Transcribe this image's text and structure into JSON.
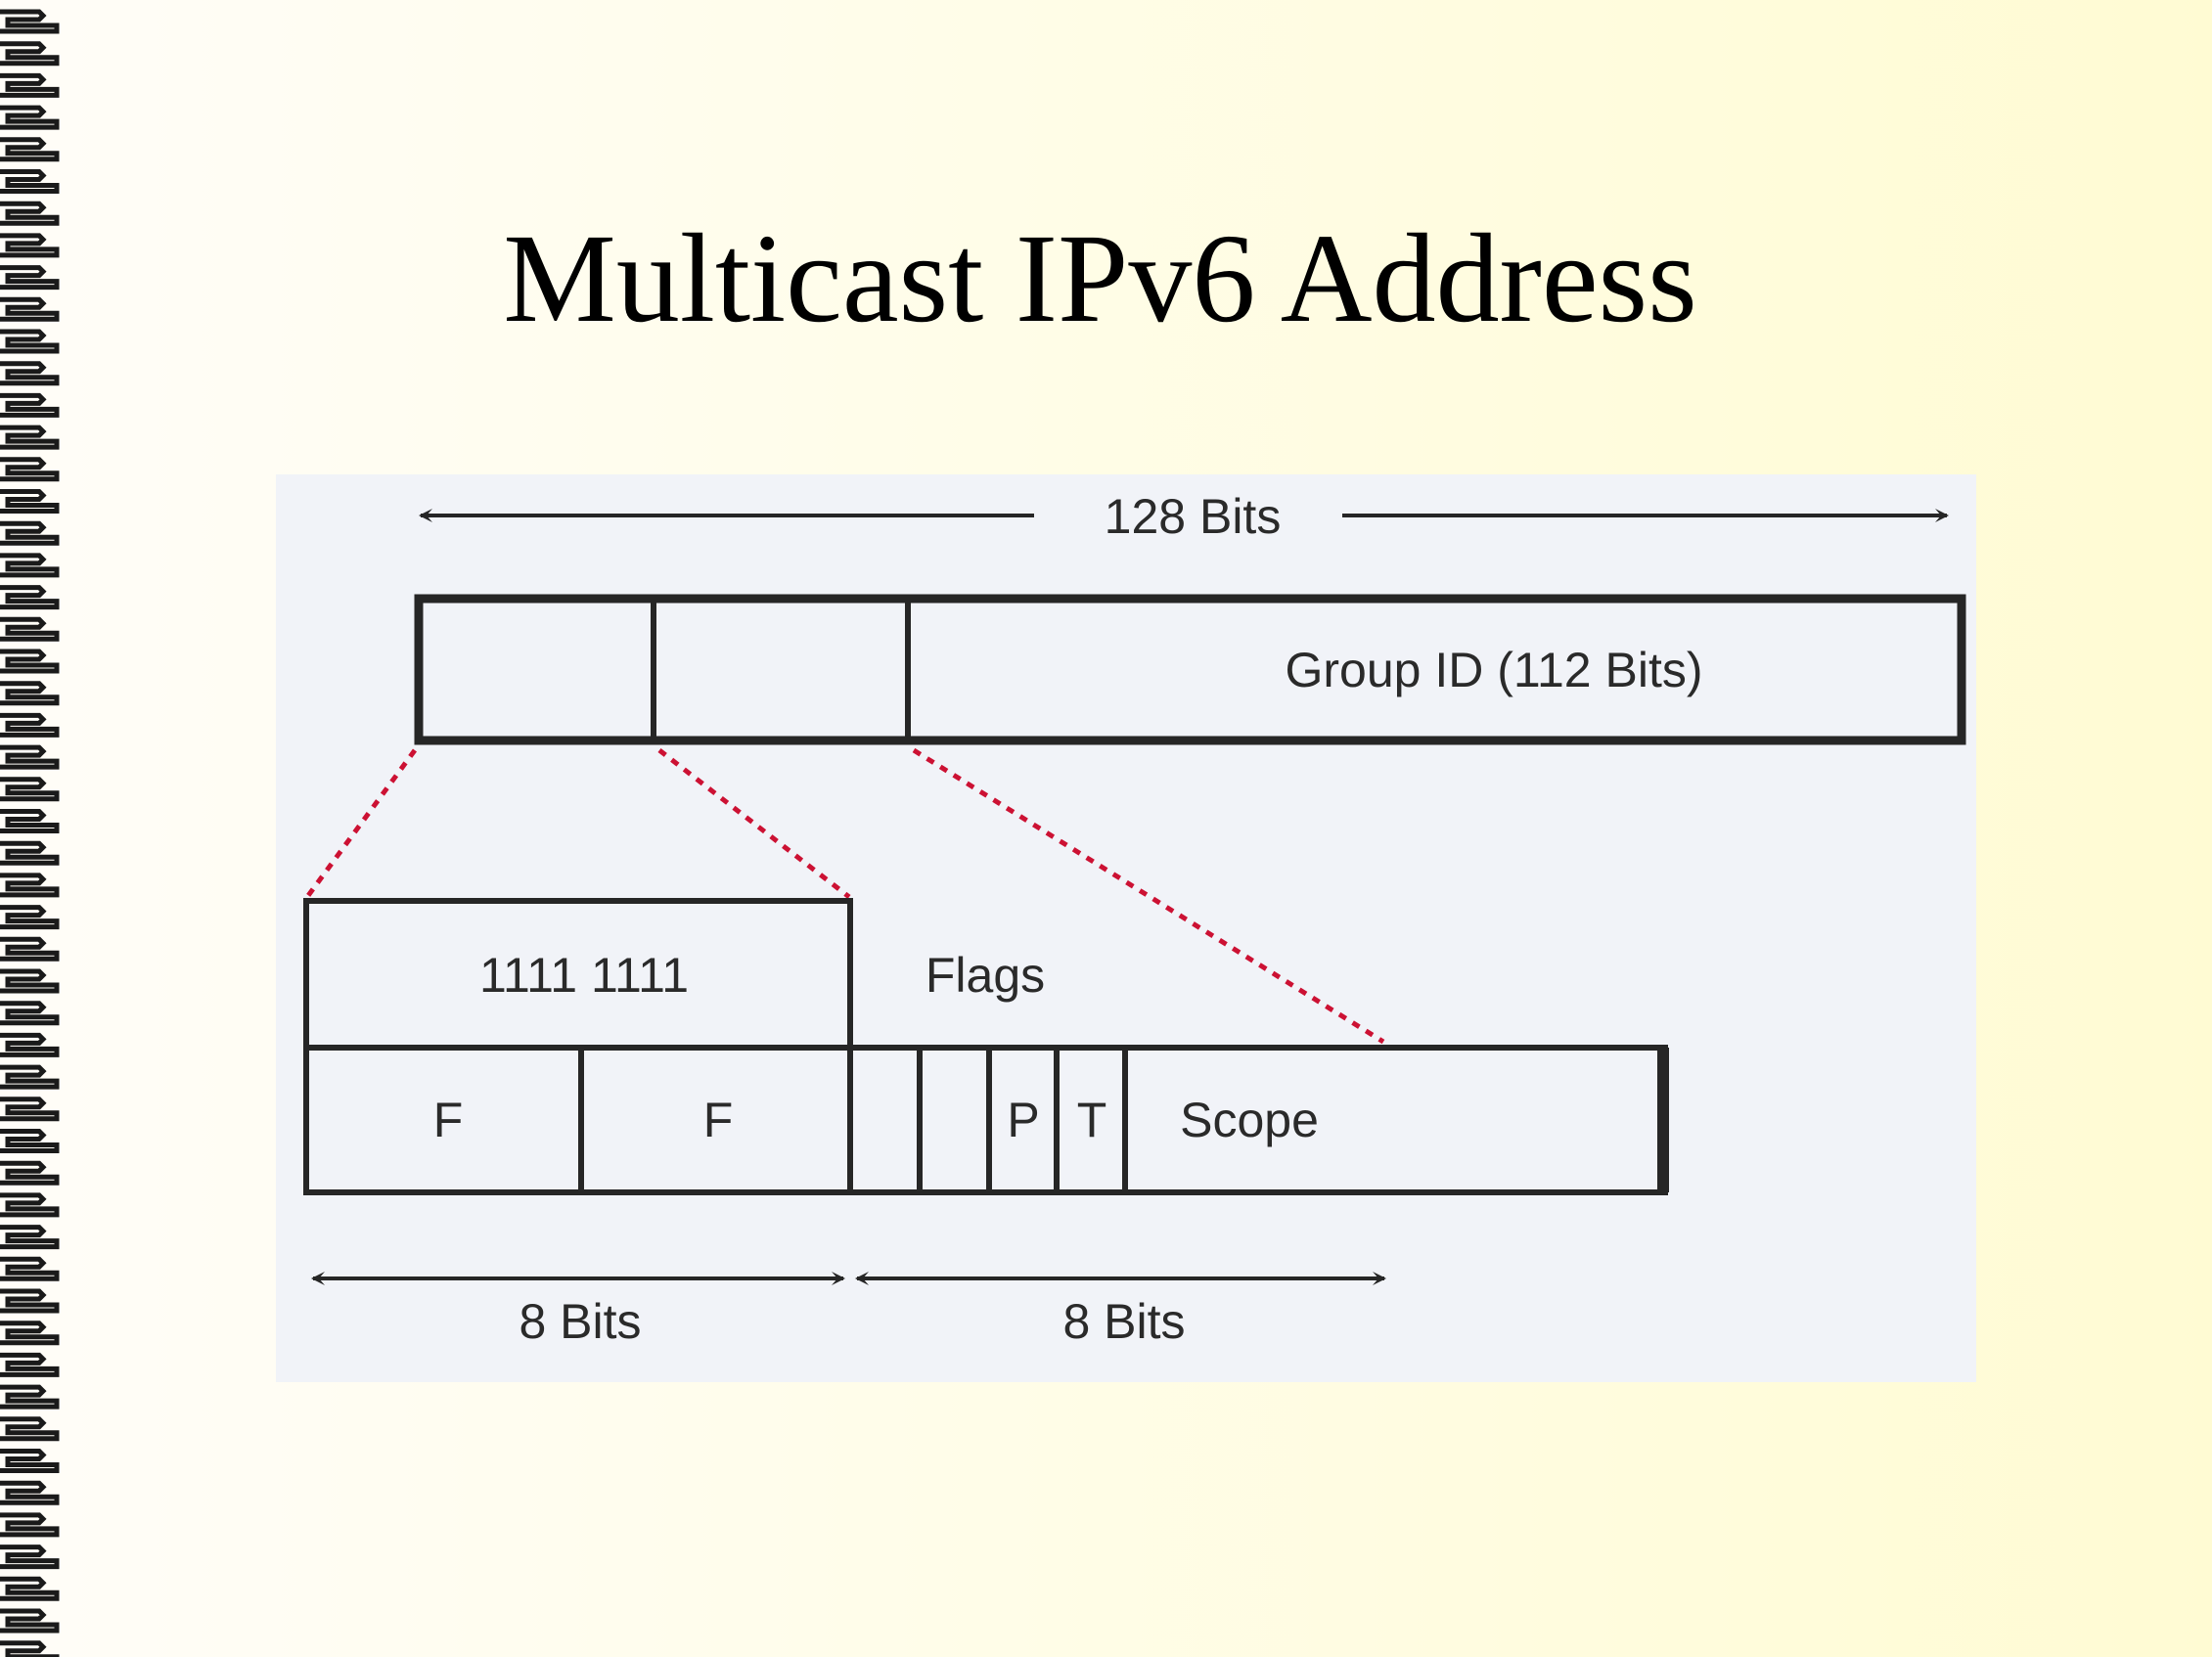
{
  "slide": {
    "title": "Multicast IPv6 Address"
  },
  "diagram": {
    "total_length_label": "128 Bits",
    "group_id_label": "Group ID (112 Bits)",
    "prefix_bits": "1111 1111",
    "flags_label": "Flags",
    "prefix_nibbles": [
      "F",
      "F"
    ],
    "flag_bits": [
      "",
      "",
      "P",
      "T"
    ],
    "scope_label": "Scope",
    "prefix_length_label": "8 Bits",
    "flags_scope_length_label": "8 Bits"
  },
  "colors": {
    "box_stroke": "#262626",
    "zoom_lines": "#cc1133",
    "diagram_bg": "#f1f3f8",
    "spiral": "#1a1a1a"
  }
}
